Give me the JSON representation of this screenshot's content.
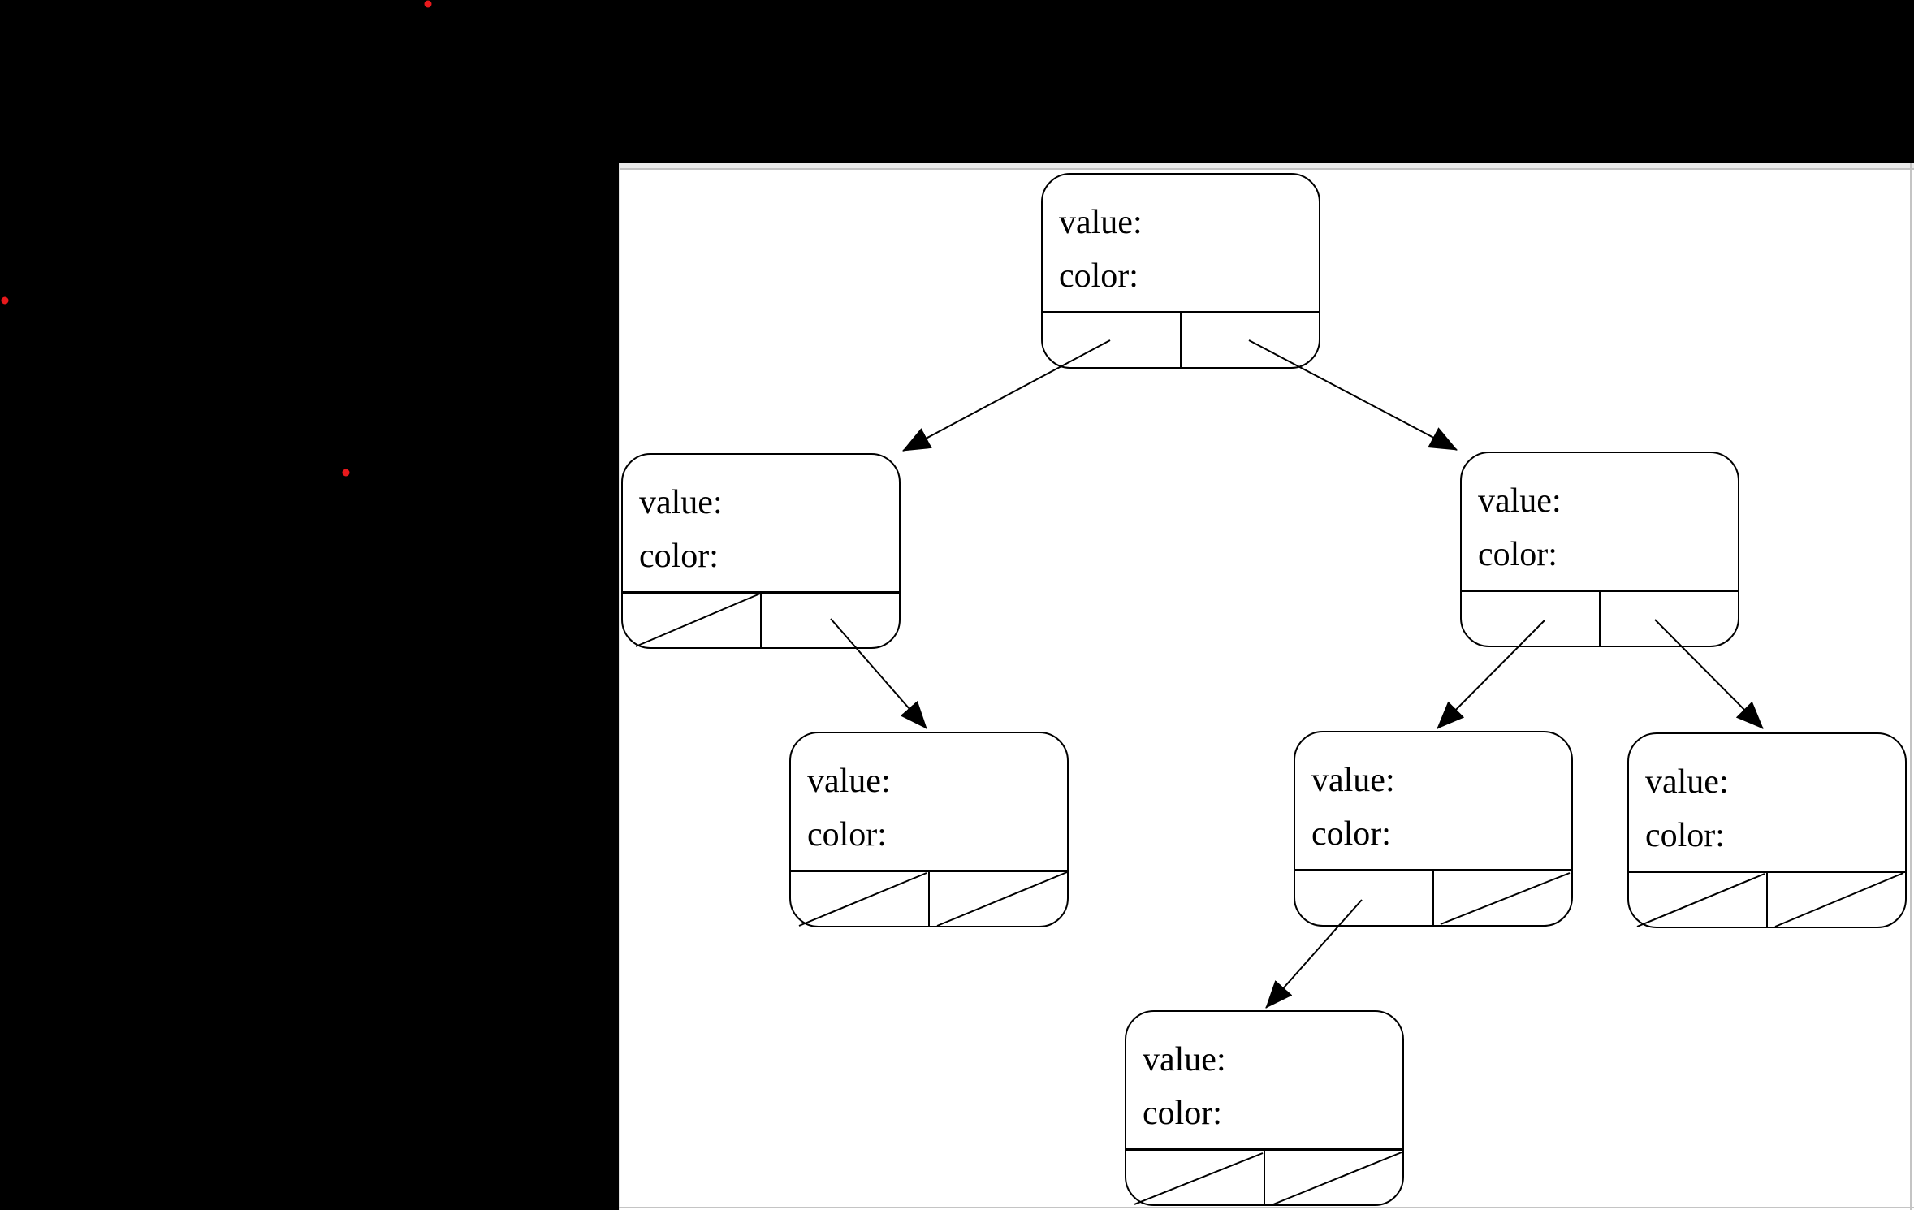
{
  "scene": {
    "background_color": "#000000",
    "panel_background": "#ffffff",
    "panel_top_strip_color": "#ececec",
    "panel_border_color": "#c4c4c4",
    "diagram_line_color": "#000000"
  },
  "colors": {
    "red_dot": "#e8191c"
  },
  "nodes": [
    {
      "id": "root",
      "value_label": "value:",
      "color_label": "color:",
      "left_pointer": "arrow-to-child",
      "right_pointer": "arrow-to-child"
    },
    {
      "id": "left-child",
      "value_label": "value:",
      "color_label": "color:",
      "left_pointer": "null-slash",
      "right_pointer": "arrow-to-child"
    },
    {
      "id": "right-child",
      "value_label": "value:",
      "color_label": "color:",
      "left_pointer": "arrow-to-child",
      "right_pointer": "arrow-to-child"
    },
    {
      "id": "left-child-right-child",
      "value_label": "value:",
      "color_label": "color:",
      "left_pointer": "null-slash",
      "right_pointer": "null-slash"
    },
    {
      "id": "right-child-left-child",
      "value_label": "value:",
      "color_label": "color:",
      "left_pointer": "arrow-to-child",
      "right_pointer": "null-slash"
    },
    {
      "id": "right-child-right-child",
      "value_label": "value:",
      "color_label": "color:",
      "left_pointer": "null-slash",
      "right_pointer": "null-slash"
    },
    {
      "id": "deepest-child",
      "value_label": "value:",
      "color_label": "color:",
      "left_pointer": "null-slash",
      "right_pointer": "null-slash"
    }
  ]
}
